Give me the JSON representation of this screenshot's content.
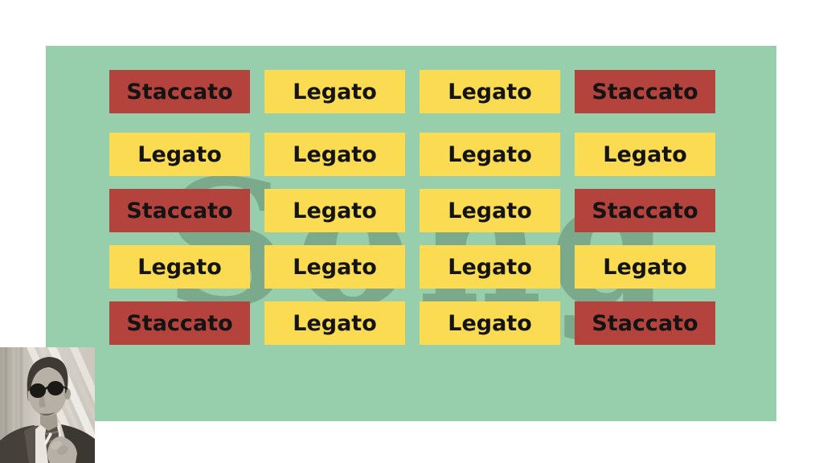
{
  "colors": {
    "page_bg": "#ffffff",
    "panel": "#97CEAB",
    "staccato": "#B4433E",
    "legato": "#FBDB52",
    "button_text": "#141414",
    "watermark": "#7BA98C"
  },
  "watermark": {
    "text": "Song"
  },
  "grid": {
    "cells": [
      {
        "label": "Staccato",
        "variant": "staccato"
      },
      {
        "label": "Legato",
        "variant": "legato"
      },
      {
        "label": "Legato",
        "variant": "legato"
      },
      {
        "label": "Staccato",
        "variant": "staccato"
      },
      {
        "label": "Legato",
        "variant": "legato"
      },
      {
        "label": "Legato",
        "variant": "legato"
      },
      {
        "label": "Legato",
        "variant": "legato"
      },
      {
        "label": "Legato",
        "variant": "legato"
      },
      {
        "label": "Staccato",
        "variant": "staccato"
      },
      {
        "label": "Legato",
        "variant": "legato"
      },
      {
        "label": "Legato",
        "variant": "legato"
      },
      {
        "label": "Staccato",
        "variant": "staccato"
      },
      {
        "label": "Legato",
        "variant": "legato"
      },
      {
        "label": "Legato",
        "variant": "legato"
      },
      {
        "label": "Legato",
        "variant": "legato"
      },
      {
        "label": "Legato",
        "variant": "legato"
      },
      {
        "label": "Staccato",
        "variant": "staccato"
      },
      {
        "label": "Legato",
        "variant": "legato"
      },
      {
        "label": "Legato",
        "variant": "legato"
      },
      {
        "label": "Staccato",
        "variant": "staccato"
      }
    ]
  },
  "photo": {
    "alt": "Black-and-white portrait of a smiling man wearing dark round sunglasses, in a suit and tie, holding a cigarette"
  }
}
